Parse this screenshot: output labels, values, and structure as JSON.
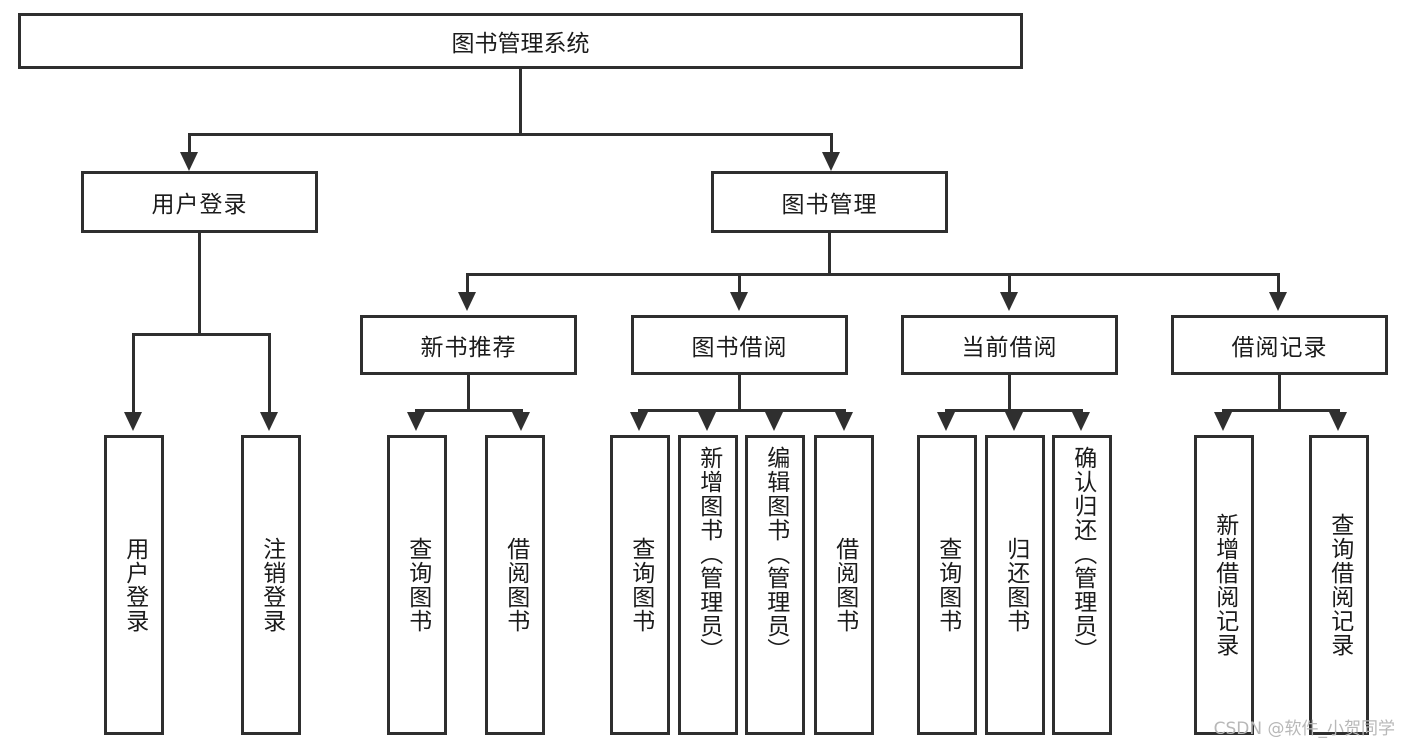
{
  "diagram": {
    "type": "tree-hierarchy",
    "title": "图书管理系统",
    "root": {
      "label": "图书管理系统"
    },
    "level2": [
      {
        "label": "用户登录"
      },
      {
        "label": "图书管理"
      }
    ],
    "level3": [
      {
        "label": "新书推荐"
      },
      {
        "label": "图书借阅"
      },
      {
        "label": "当前借阅"
      },
      {
        "label": "借阅记录"
      }
    ],
    "leaves": {
      "user_login": [
        {
          "label": "用户登录"
        },
        {
          "label": "注销登录"
        }
      ],
      "new_book_recommend": [
        {
          "label": "查询图书"
        },
        {
          "label": "借阅图书"
        }
      ],
      "book_borrow": [
        {
          "label": "查询图书"
        },
        {
          "label": "新增图书（管理员）"
        },
        {
          "label": "编辑图书（管理员）"
        },
        {
          "label": "借阅图书"
        }
      ],
      "current_borrow": [
        {
          "label": "查询图书"
        },
        {
          "label": "归还图书"
        },
        {
          "label": "确认归还（管理员）"
        }
      ],
      "borrow_record": [
        {
          "label": "新增借阅记录"
        },
        {
          "label": "查询借阅记录"
        }
      ]
    }
  },
  "watermark": {
    "text": "CSDN @软件_小贺同学"
  },
  "colors": {
    "stroke": "#2f2f2f",
    "text": "#1b1b1b",
    "background": "#ffffff",
    "watermark": "#b8b8b8"
  }
}
